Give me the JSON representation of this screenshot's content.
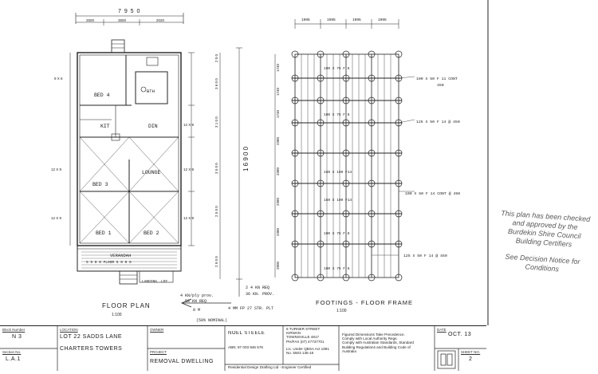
{
  "floor_plan": {
    "overall_width": "7 9 5 0",
    "left_dims": [
      "2500",
      "3500",
      "2020"
    ],
    "rooms": {
      "bed4": "BED 4",
      "bath": "BTH",
      "kit": "KIT",
      "din": "DIN",
      "lounge": "LOUNGE",
      "bed3": "BED 3",
      "bed1": "BED 1",
      "bed2": "BED 2",
      "verandah": "VERANDAH",
      "floor_note": "5 9 0 0   FLOOR   5 0 0 0",
      "landing": "LANDING",
      "ldy": "LDY"
    },
    "window_labels": [
      "9 X 6",
      "12 X 9",
      "12 X 9",
      "12 X 9",
      "12 X 9",
      "12 X 9"
    ],
    "vertical_total": "1 6 9 0 0",
    "vertical_dims": [
      "2 0 0",
      "3 6 0 0",
      "3 1 0 0",
      "3 5 0 0",
      "2 5 0 0",
      "2 9 0 0"
    ],
    "caption": "FLOOR PLAN",
    "scale": "1:100",
    "notes": {
      "kn_req": "4 KN/ply prov.",
      "kn_req2": "50 KN REQ",
      "bm": "8 M",
      "nominal": "(50% NOMINAL)",
      "strap": "4 MM FP 27 STR. PLT",
      "kn_ply": "2 4 KN REQ",
      "kn_prov": "36 KN.  PROV."
    }
  },
  "footings": {
    "top_dims": [
      "1995",
      "1995",
      "1995",
      "1995"
    ],
    "side_dims": [
      "1740",
      "1740",
      "1740",
      "2380",
      "2380",
      "2380",
      "2380",
      "2800"
    ],
    "labels": [
      "100 X 75 F 8",
      "100 X 75 F 8",
      "150 X 100 F14",
      "150 X 100 F14",
      "100 X 75 F 8",
      "100 X 75 F 8"
    ],
    "right_notes": [
      "100 X 50 F 11 CONT",
      "450",
      "125 X 50 F 14 @ 450",
      "100 X 50 F 14 CONT @ 450",
      "125 X 50 F 14 @ 450"
    ],
    "caption": "FOOTINGS - FLOOR FRAME",
    "scale": "1:100"
  },
  "stamp": {
    "line1": "This plan has been checked",
    "line2": "and approved by the",
    "line3": "Burdekin Shire Council",
    "line4": "Building Certifiers",
    "line5": "See Decision Notice for",
    "line6": "Conditions"
  },
  "title_block": {
    "block_label": "Block Number",
    "block_value": "N 3",
    "section_label": "Section No.",
    "section_value": "L.A.1",
    "location_label": "LOCATION",
    "location_line1": "LOT 22  SADDS  LANE",
    "location_line2": "CHARTERS   TOWERS",
    "owner_label": "OWNER",
    "owner_value": "",
    "project_label": "PROJECT",
    "project_value": "REMOVAL  DWELLING",
    "designer_name": "NOEL STEELE",
    "abn": "ABN: 87 003 846 576",
    "address_line1": "6 TURNER STREET",
    "address_line2": "KIRWAN",
    "address_line3": "TOWNSVILLE 4817",
    "phone": "PH/FAX (07) 47737701",
    "licence": "Lic. Under QBSA Act 1991",
    "licence_no": "No. 5503   135-16",
    "residential": "Residential Design Drafting Ltd - Engineer Certified",
    "compliance1": "Figured Dimensions Take Precedence.",
    "compliance2": "Comply with Local Authority Regs.",
    "compliance3": "Comply with Australian Standards, Standard",
    "compliance4": "Building Regulations and Building Code of",
    "compliance5": "Australia",
    "date_label": "DATE",
    "date_value": "OCT. 13",
    "sheet_label": "SHEET NO.",
    "sheet_value": "2"
  }
}
